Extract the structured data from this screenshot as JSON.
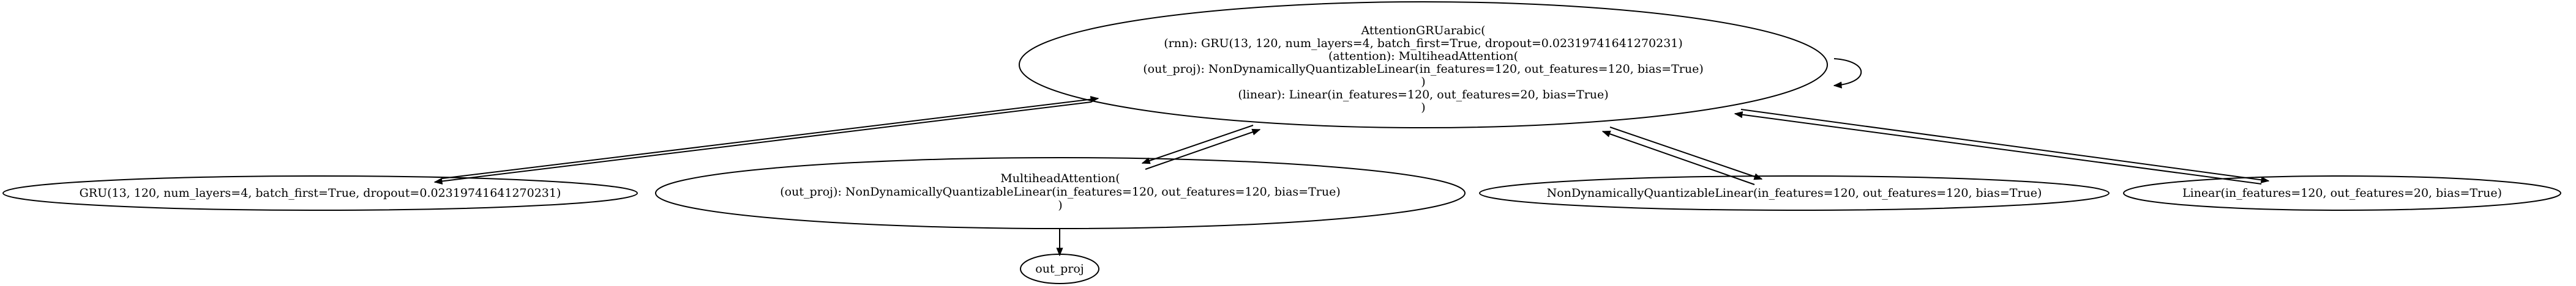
{
  "graph": {
    "background": "#ffffff",
    "stroke_color": "#000000",
    "nodes": [
      {
        "id": "root",
        "lines": [
          "AttentionGRUarabic(",
          "(rnn): GRU(13, 120, num_layers=4, batch_first=True, dropout=0.02319741641270231)",
          "(attention): MultiheadAttention(",
          "(out_proj): NonDynamicallyQuantizableLinear(in_features=120, out_features=120, bias=True)",
          ")",
          "(linear): Linear(in_features=120, out_features=20, bias=True)",
          ")"
        ]
      },
      {
        "id": "gru",
        "lines": [
          "GRU(13, 120, num_layers=4, batch_first=True, dropout=0.02319741641270231)"
        ]
      },
      {
        "id": "attention",
        "lines": [
          "MultiheadAttention(",
          "(out_proj): NonDynamicallyQuantizableLinear(in_features=120, out_features=120, bias=True)",
          ")"
        ]
      },
      {
        "id": "ndq",
        "lines": [
          "NonDynamicallyQuantizableLinear(in_features=120, out_features=120, bias=True)"
        ]
      },
      {
        "id": "linear",
        "lines": [
          "Linear(in_features=120, out_features=20, bias=True)"
        ]
      },
      {
        "id": "outproj",
        "lines": [
          "out_proj"
        ]
      }
    ],
    "edges": [
      {
        "from": "root",
        "to": "root"
      },
      {
        "from": "root",
        "to": "gru"
      },
      {
        "from": "gru",
        "to": "root"
      },
      {
        "from": "root",
        "to": "attention"
      },
      {
        "from": "attention",
        "to": "root"
      },
      {
        "from": "root",
        "to": "ndq"
      },
      {
        "from": "ndq",
        "to": "root"
      },
      {
        "from": "root",
        "to": "linear"
      },
      {
        "from": "linear",
        "to": "root"
      },
      {
        "from": "attention",
        "to": "outproj"
      }
    ]
  }
}
